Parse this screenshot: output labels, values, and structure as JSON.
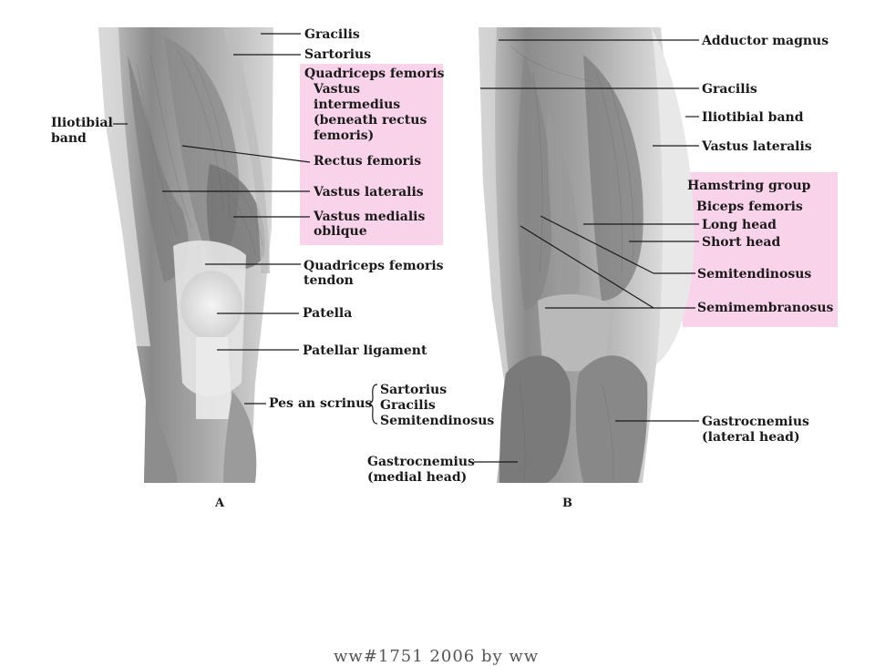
{
  "colors": {
    "highlight_box": "#f9d3ea",
    "muscle_dark": "#6e6e6e",
    "muscle_mid": "#9a9a9a",
    "muscle_light": "#cfcfcf",
    "tendon": "#e6e6e6"
  },
  "panel_a": {
    "letter": "A",
    "labels": {
      "gracilis": "Gracilis",
      "sartorius": "Sartorius",
      "iliotibial_band": [
        "Iliotibial",
        "band"
      ],
      "quadriceps_box": [
        "Quadriceps femoris",
        "Vastus",
        "intermedius",
        "(beneath rectus",
        "femoris)",
        "Rectus femoris",
        "Vastus lateralis",
        "Vastus medialis",
        "oblique"
      ],
      "quadriceps_tendon": [
        "Quadriceps femoris",
        "tendon"
      ],
      "patella": "Patella",
      "patellar_ligament": "Patellar ligament",
      "pes_anserinus": "Pes an scrinus",
      "pes_items": [
        "Sartorius",
        "Gracilis",
        "Semitendinosus"
      ],
      "gastrocnemius_medial": [
        "Gastrocnemius",
        "(medial head)"
      ]
    }
  },
  "panel_b": {
    "letter": "B",
    "labels": {
      "adductor_magnus": "Adductor magnus",
      "gracilis": "Gracilis",
      "iliotibial_band": "Iliotibial band",
      "vastus_lateralis": "Vastus lateralis",
      "hamstring_box": [
        "Hamstring group",
        "Biceps femoris",
        "Long head",
        "Short head",
        "Semitendinosus",
        "Semimembranosus"
      ],
      "gastrocnemius_lateral": [
        "Gastrocnemius",
        "(lateral head)"
      ]
    }
  },
  "footer": "ww#1751 2006 by ww"
}
